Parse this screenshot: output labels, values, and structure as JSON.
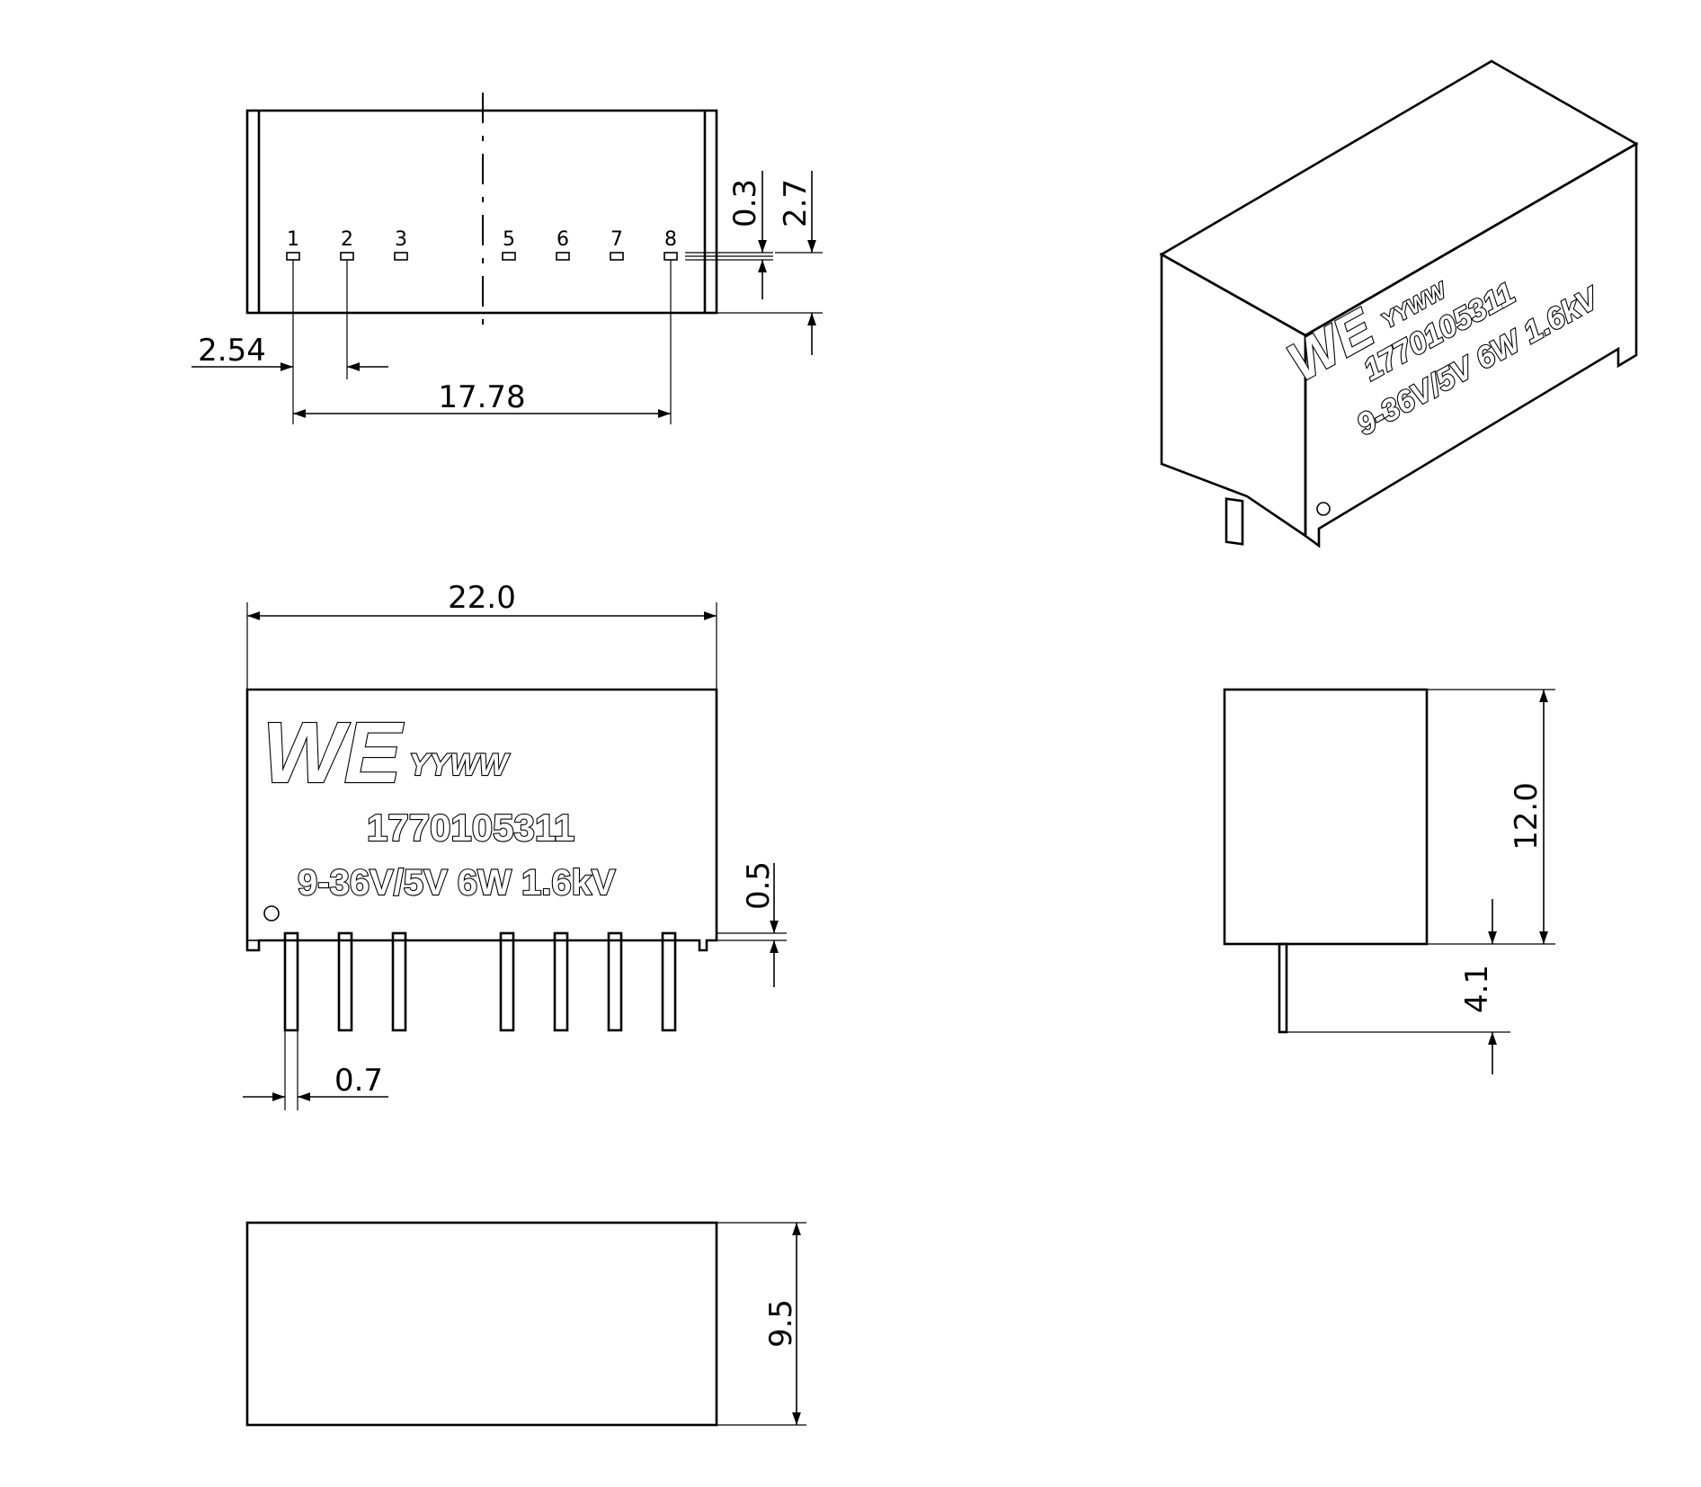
{
  "marking": {
    "logo": "WE",
    "date_code": "YYWW",
    "part_number": "1770105311",
    "rating": "9-36V/5V 6W 1.6kV"
  },
  "pins": [
    "1",
    "2",
    "3",
    "5",
    "6",
    "7",
    "8"
  ],
  "dimensions": {
    "pin_pitch": "2.54",
    "pin_span": "17.78",
    "pin_offset": "0.3",
    "pin_row_height": "2.7",
    "body_length": "22.0",
    "standoff": "0.5",
    "pin_width": "0.7",
    "body_height": "12.0",
    "pin_length": "4.1",
    "body_width": "9.5"
  }
}
